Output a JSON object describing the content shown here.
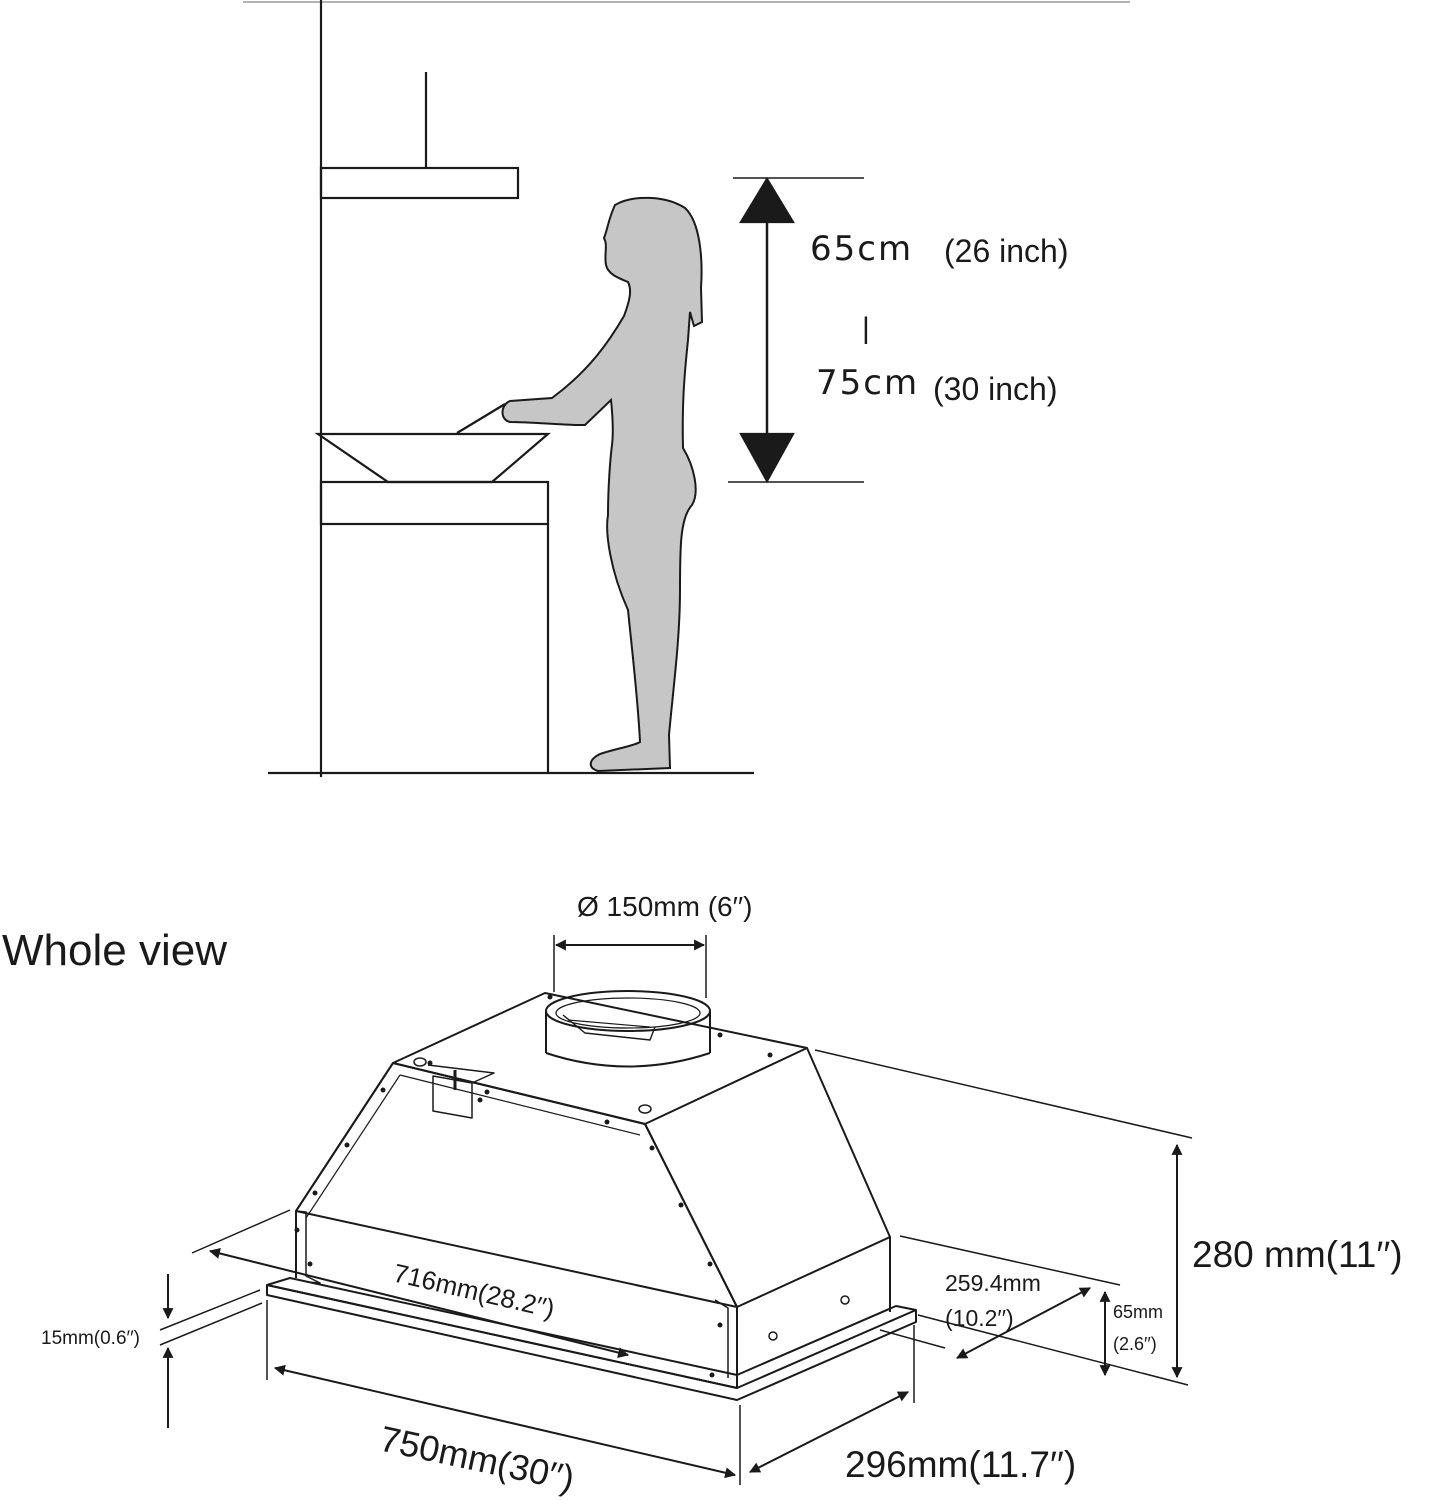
{
  "install_height": {
    "min_label": "65cm",
    "min_inch": "(26 inch)",
    "separator": "|",
    "max_label": "75cm",
    "max_inch": "(30 inch)"
  },
  "whole_view": {
    "title": "Whole view",
    "duct_diameter": "Ø 150mm (6′′)",
    "inner_width": "716mm(28.2′′)",
    "inner_depth_mm": "259.4mm",
    "inner_depth_in": "(10.2′′)",
    "height": "280 mm(11′′)",
    "flange_height_mm": "65mm",
    "flange_height_in": "(2.6′′)",
    "frame_thickness": "15mm(0.6′′)",
    "width": "750mm(30′′)",
    "depth": "296mm(11.7′′)"
  },
  "colors": {
    "line": "#1a1a1a",
    "figure_fill": "#c6c6c6"
  }
}
